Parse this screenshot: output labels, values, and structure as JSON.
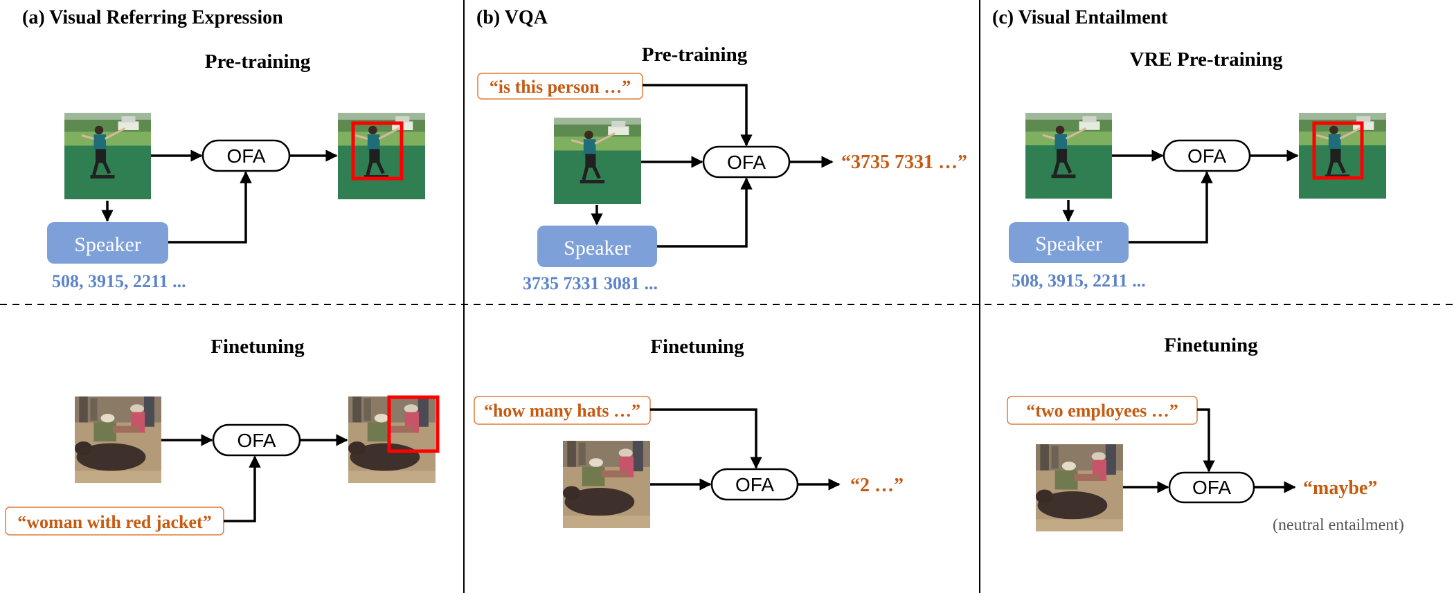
{
  "panels": [
    {
      "title": "(a)  Visual Referring Expression",
      "pretrain_title": "Pre-training",
      "speaker_label": "Speaker",
      "speaker_tokens": "508, 3915, 2211 ...",
      "finetune_title": "Finetuning",
      "finetune_query": "“woman with red jacket”"
    },
    {
      "title": "(b)  VQA",
      "pretrain_title": "Pre-training",
      "pretrain_query": "“is this person …”",
      "pretrain_output": "“3735 7331 …”",
      "speaker_label": "Speaker",
      "speaker_tokens": "3735  7331 3081 ...",
      "finetune_title": "Finetuning",
      "finetune_query": "“how many hats …”",
      "finetune_output": "“2 …”"
    },
    {
      "title": "(c)  Visual Entailment",
      "pretrain_title": "VRE Pre-training",
      "speaker_label": "Speaker",
      "speaker_tokens": "508, 3915, 2211 ...",
      "finetune_title": "Finetuning",
      "finetune_query": "“two employees …”",
      "finetune_output": "“maybe”",
      "finetune_note": "(neutral entailment)"
    }
  ],
  "model_label": "OFA",
  "colors": {
    "speaker_fill": "#7ea0d8",
    "token_blue": "#5b84c8",
    "answer_orange": "#c55a11",
    "bbox_red": "#ff0000",
    "query_border": "#e07b39"
  },
  "images": {
    "pretrain": "skateboarder-on-grass-photo",
    "finetune": "people-with-animal-photo"
  }
}
